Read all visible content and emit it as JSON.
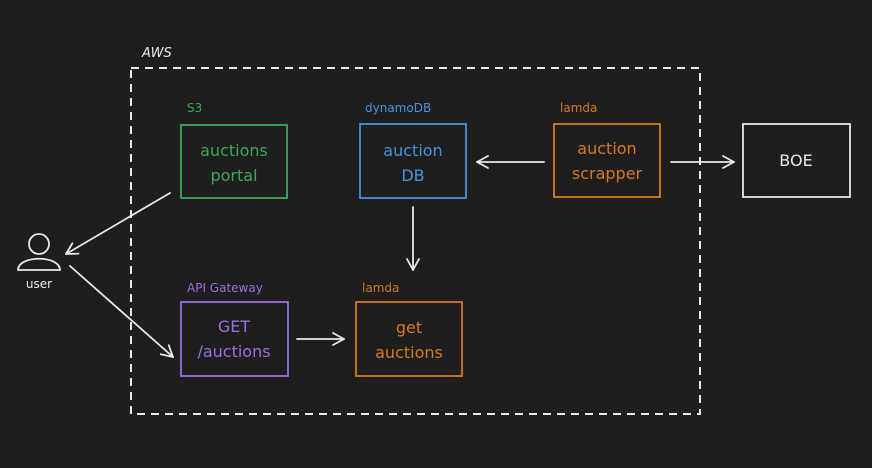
{
  "diagram": {
    "aws_label": "AWS",
    "user_label": "user",
    "nodes": {
      "auctions_portal": {
        "service": "S3",
        "line1": "auctions",
        "line2": "portal",
        "color": "#40a55a"
      },
      "auction_db": {
        "service": "dynamoDB",
        "line1": "auction",
        "line2": "DB",
        "color": "#4a90d9"
      },
      "auction_scrapper": {
        "service": "lamda",
        "line1": "auction",
        "line2": "scrapper",
        "color": "#d27a1e"
      },
      "boe": {
        "line1": "BOE",
        "color": "#e8e8e8"
      },
      "get_auctions_api": {
        "service": "API Gateway",
        "line1": "GET",
        "line2": "/auctions",
        "color": "#9a6fdc"
      },
      "get_auctions_lambda": {
        "service": "lamda",
        "line1": "get",
        "line2": "auctions",
        "color": "#d27a1e"
      }
    },
    "colors": {
      "background": "#1e1e1e",
      "stroke": "#e8e8e8"
    }
  }
}
